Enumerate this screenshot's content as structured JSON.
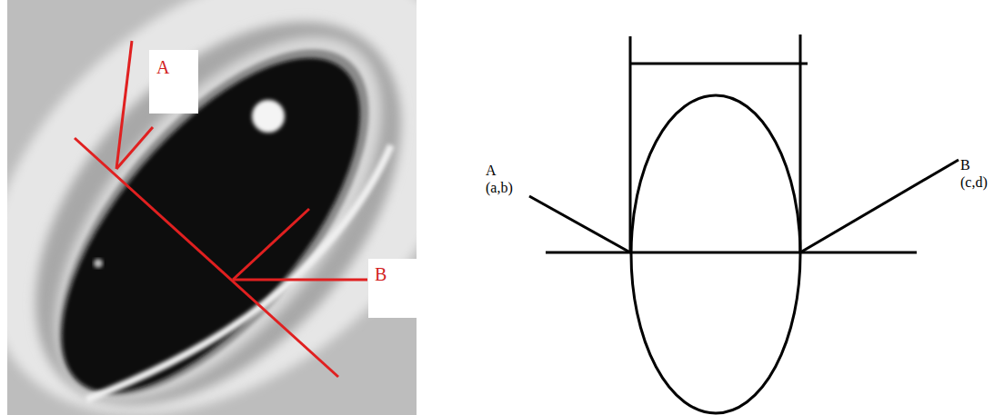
{
  "diagram": {
    "labels": [
      "A",
      "B",
      "A (a,b)",
      "B (c,d)"
    ]
  }
}
